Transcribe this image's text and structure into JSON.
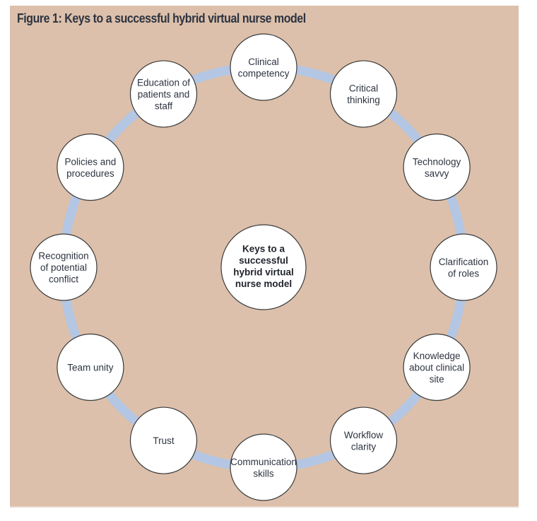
{
  "figure": {
    "title": "Figure 1: Keys to a successful hybrid virtual nurse model",
    "colors": {
      "background": "#dcc0ab",
      "ring": "#b3c6e4",
      "node_fill": "#ffffff",
      "node_stroke": "#3a3a3a",
      "text": "#2d3340"
    }
  },
  "center": {
    "lines": [
      "Keys to a",
      "successful",
      "hybrid virtual",
      "nurse model"
    ]
  },
  "nodes": [
    {
      "id": "clinical-competency",
      "lines": [
        "Clinical",
        "competency"
      ]
    },
    {
      "id": "critical-thinking",
      "lines": [
        "Critical",
        "thinking"
      ]
    },
    {
      "id": "technology-savvy",
      "lines": [
        "Technology",
        "savvy"
      ]
    },
    {
      "id": "clarification-of-roles",
      "lines": [
        "Clarification",
        "of roles"
      ]
    },
    {
      "id": "knowledge-about-clinical-site",
      "lines": [
        "Knowledge",
        "about clinical",
        "site"
      ]
    },
    {
      "id": "workflow-clarity",
      "lines": [
        "Workflow",
        "clarity"
      ]
    },
    {
      "id": "communication-skills",
      "lines": [
        "Communication",
        "skills"
      ]
    },
    {
      "id": "trust",
      "lines": [
        "Trust"
      ]
    },
    {
      "id": "team-unity",
      "lines": [
        "Team unity"
      ]
    },
    {
      "id": "recognition-of-potential-conflict",
      "lines": [
        "Recognition",
        "of potential",
        "conflict"
      ]
    },
    {
      "id": "policies-and-procedures",
      "lines": [
        "Policies and",
        "procedures"
      ]
    },
    {
      "id": "education-of-patients-and-staff",
      "lines": [
        "Education of",
        "patients and",
        "staff"
      ]
    }
  ]
}
